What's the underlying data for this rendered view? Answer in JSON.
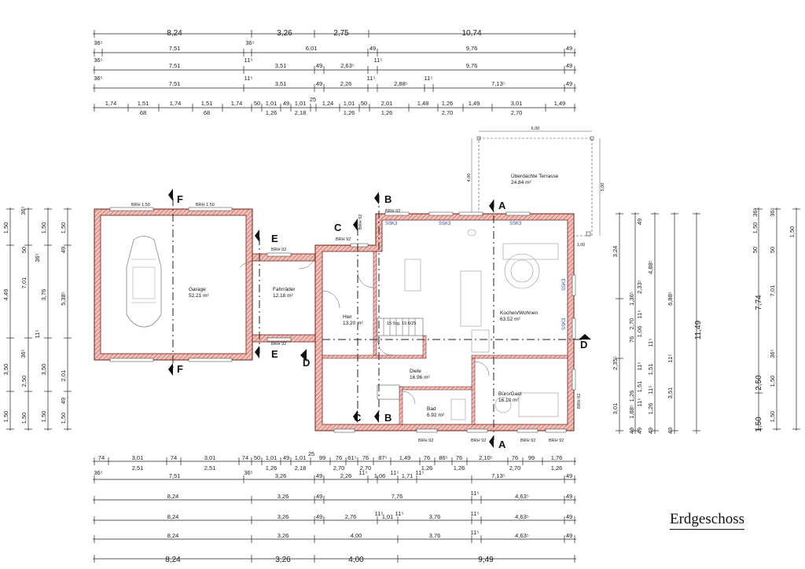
{
  "title": "Erdgeschoss",
  "rooms": {
    "garage": {
      "name": "Garage",
      "area": "52.21 m²"
    },
    "fahrraeder": {
      "name": "Fahrräder",
      "area": "12.18 m²"
    },
    "hwr": {
      "name": "Hwr",
      "area": "13.20 m²"
    },
    "kochen": {
      "name": "Kochen/Wohnen",
      "area": "63.52 m²"
    },
    "diele": {
      "name": "Diele",
      "area": "16.96 m²"
    },
    "bad": {
      "name": "Bad",
      "area": "6.92 m²"
    },
    "buero": {
      "name": "Büro/Gast",
      "area": "16.10 m²"
    },
    "terrasse": {
      "name": "Überdachte Terrasse",
      "area": "24.84 m²"
    }
  },
  "labels": {
    "brh150a": "BRH 1.50",
    "brh150b": "BRH 1.50",
    "brh92": "BRH 92",
    "ssk3": "SSK3",
    "stairs": "15 Stg. 19.6/25",
    "dim600": "6,00",
    "dim400": "4,00",
    "dim500": "5,00",
    "dim100": "1,00",
    "sec_a": "A",
    "sec_b": "B",
    "sec_c": "C",
    "sec_d": "D",
    "sec_e": "E",
    "sec_f": "F"
  },
  "top_rows": [
    [
      "8,24",
      "3,26",
      "2,75",
      "10,74"
    ],
    [
      "36⁵",
      "7,51",
      "36⁵",
      "6,01",
      "49",
      "9,76",
      "49"
    ],
    [
      "36⁵",
      "7,51",
      "11⁵",
      "3,51",
      "49",
      "2,63⁵",
      "11⁵",
      "9,76",
      "49"
    ],
    [
      "36⁵",
      "7,51",
      "11⁵",
      "3,51",
      "49",
      "2,26",
      "11⁵",
      "2,88⁵",
      "11⁵",
      "7,13⁵",
      "49"
    ],
    [
      "1,74",
      "1,51",
      "1,74",
      "1,51",
      "1,74",
      "50",
      "1,01",
      "49",
      "1,01",
      "1,24",
      "1,01",
      "50",
      "2,01",
      "1,48",
      "1,26",
      "1,49",
      "3,01",
      "1,49"
    ],
    [
      "68",
      "68",
      "1,26",
      "2,18",
      "25",
      "1,26",
      "1,26",
      "2,70",
      "2,70"
    ]
  ],
  "bottom_rows": [
    [
      "74",
      "3,01",
      "74",
      "3,01",
      "74",
      "50",
      "1,01",
      "49",
      "1,01",
      "25",
      "99",
      "76",
      "61⁵",
      "76",
      "87⁵",
      "1,49",
      "76",
      "86⁵",
      "76",
      "2,10⁵",
      "76",
      "99",
      "1,76"
    ],
    [
      "2,51",
      "2,51",
      "1,26",
      "2,18",
      "2,70",
      "2,70",
      "1,26",
      "1,26",
      "2,70",
      "1,26"
    ],
    [
      "36⁵",
      "7,51",
      "36⁵",
      "3,26",
      "49",
      "2,26",
      "11⁵",
      "1,06",
      "11⁵",
      "1,71",
      "11⁵",
      "7,13⁵",
      "49"
    ],
    [
      "8,24",
      "3,26",
      "49",
      "7,76",
      "11⁵",
      "4,63⁵",
      "49"
    ],
    [
      "8,24",
      "3,26",
      "49",
      "2,76",
      "11⁵",
      "1,01",
      "11⁵",
      "3,76",
      "11⁵",
      "4,63⁵",
      "49"
    ],
    [
      "8,24",
      "3,26",
      "4,00",
      "3,76",
      "11⁵",
      "4,63⁵",
      "49"
    ],
    [
      "8,24",
      "3,26",
      "4,00",
      "9,49"
    ]
  ],
  "left_cols": [
    [
      "1,50",
      "4,49",
      "3,50",
      "1,50"
    ],
    [
      "36⁵",
      "50",
      "7,01",
      "36⁵",
      "2,50",
      "1,50"
    ],
    [
      "1,50",
      "36⁵",
      "3,76",
      "11⁵",
      "3,50",
      "1,50"
    ],
    [
      "1,50",
      "49",
      "5,38⁵",
      "2,01",
      "49",
      "1,50"
    ]
  ],
  "right_cols": [
    [
      "3,24",
      "2,35⁵",
      "3,01"
    ],
    [
      "1,36⁵",
      "2,70",
      "76",
      "1,26",
      "1,88⁵",
      "49"
    ],
    [
      "49",
      "2,33⁵",
      "11⁵",
      "1,06",
      "11⁵",
      "1,51",
      "11⁵",
      "49"
    ],
    [
      "4,88⁵",
      "11⁵",
      "1,51",
      "11⁵",
      "1,26",
      "49"
    ],
    [
      "6,88⁵",
      "11⁵",
      "3,51",
      "49"
    ],
    [
      "11,49"
    ],
    [
      "36⁵",
      "1,50",
      "50",
      "7,74",
      "2,50",
      "1,50"
    ],
    [
      "36⁵",
      "50",
      "7,01",
      "36⁵",
      "1,50",
      "1,50"
    ],
    [
      "1,50"
    ]
  ]
}
